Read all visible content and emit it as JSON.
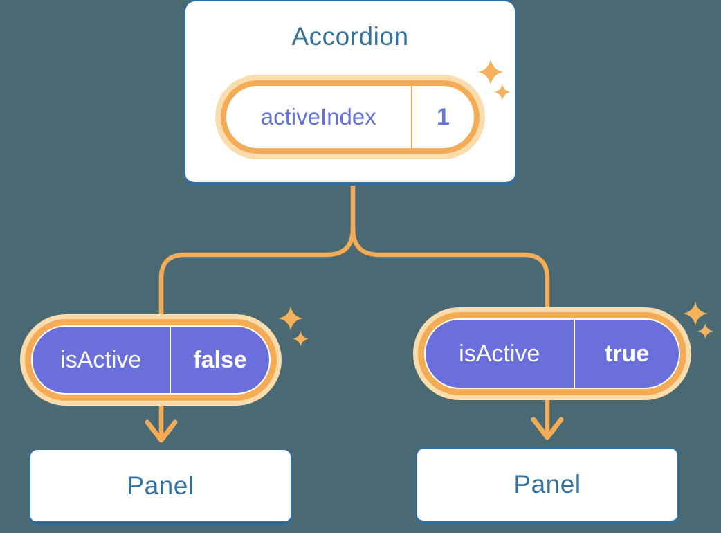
{
  "diagram": {
    "title": "Accordion state lifted up diagram",
    "colors": {
      "background": "#4B6973",
      "card_border_blue": "#2E6F9F",
      "text_blue": "#33719E",
      "accent_orange": "#F3AC55",
      "glow_orange": "#FBDCAC",
      "sparkle_orange": "#F4B25C",
      "pill_purple": "#6A6FDB",
      "text_purple": "#6472DE"
    },
    "icons": {
      "sparkle": "four-point-star",
      "arrow_down": "chevron-arrow"
    },
    "accordion": {
      "title": "Accordion",
      "state_pill": {
        "label": "activeIndex",
        "value": "1"
      }
    },
    "left_branch": {
      "prop_pill": {
        "label": "isActive",
        "value": "false"
      },
      "panel_label": "Panel"
    },
    "right_branch": {
      "prop_pill": {
        "label": "isActive",
        "value": "true"
      },
      "panel_label": "Panel"
    }
  }
}
